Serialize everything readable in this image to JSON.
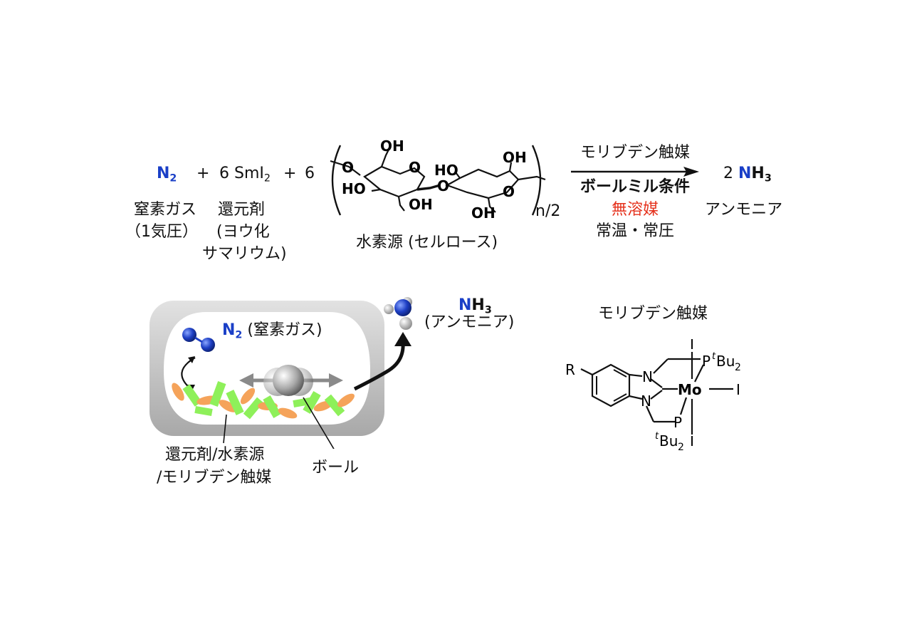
{
  "equation": {
    "n2": {
      "symbol": "N",
      "sub": "2"
    },
    "plus1": "+",
    "sm_coef": "6",
    "sm_symbol": "SmI",
    "sm_sub": "2",
    "plus2": "+",
    "cell_coef": "6",
    "n_over_2": "n/2",
    "product_coef": "2",
    "product_n": "N",
    "product_h": "H",
    "product_sub": "3"
  },
  "labels": {
    "n2_name_line1": "窒素ガス",
    "n2_name_line2": "（1気圧）",
    "reductant_line1": "還元剤",
    "reductant_line2": "(ヨウ化",
    "reductant_line3": "サマリウム)",
    "hydrogen_source": "水素源 (セルロース)",
    "catalyst_above_arrow": "モリブデン触媒",
    "ballmill_condition": "ボールミル条件",
    "solvent_free": "無溶媒",
    "temp_pressure": "常温・常圧",
    "ammonia_name": "アンモニア"
  },
  "cellulose_atoms": {
    "oh": "OH",
    "ho": "HO",
    "o": "O"
  },
  "ballmill": {
    "n2_formula": "N",
    "n2_sub": "2",
    "n2_name": "(窒素ガス)",
    "nh3_n": "N",
    "nh3_h": "H",
    "nh3_sub": "3",
    "nh3_name": "(アンモニア)",
    "contents_line1": "還元剤/水素源",
    "contents_line2": "/モリブデン触媒",
    "ball_label": "ボール"
  },
  "catalyst": {
    "title": "モリブデン触媒",
    "r": "R",
    "n": "N",
    "p": "P",
    "t": "t",
    "bu": "Bu",
    "bu_sub": "2",
    "mo": "Mo",
    "i": "I"
  },
  "colors": {
    "nitrogen_blue": "#1a3fc7",
    "condition_red": "#e5321d",
    "orange_particle": "#f5a35a",
    "green_particle": "#8ef05a",
    "mill_gray": "#b8b8b8"
  }
}
